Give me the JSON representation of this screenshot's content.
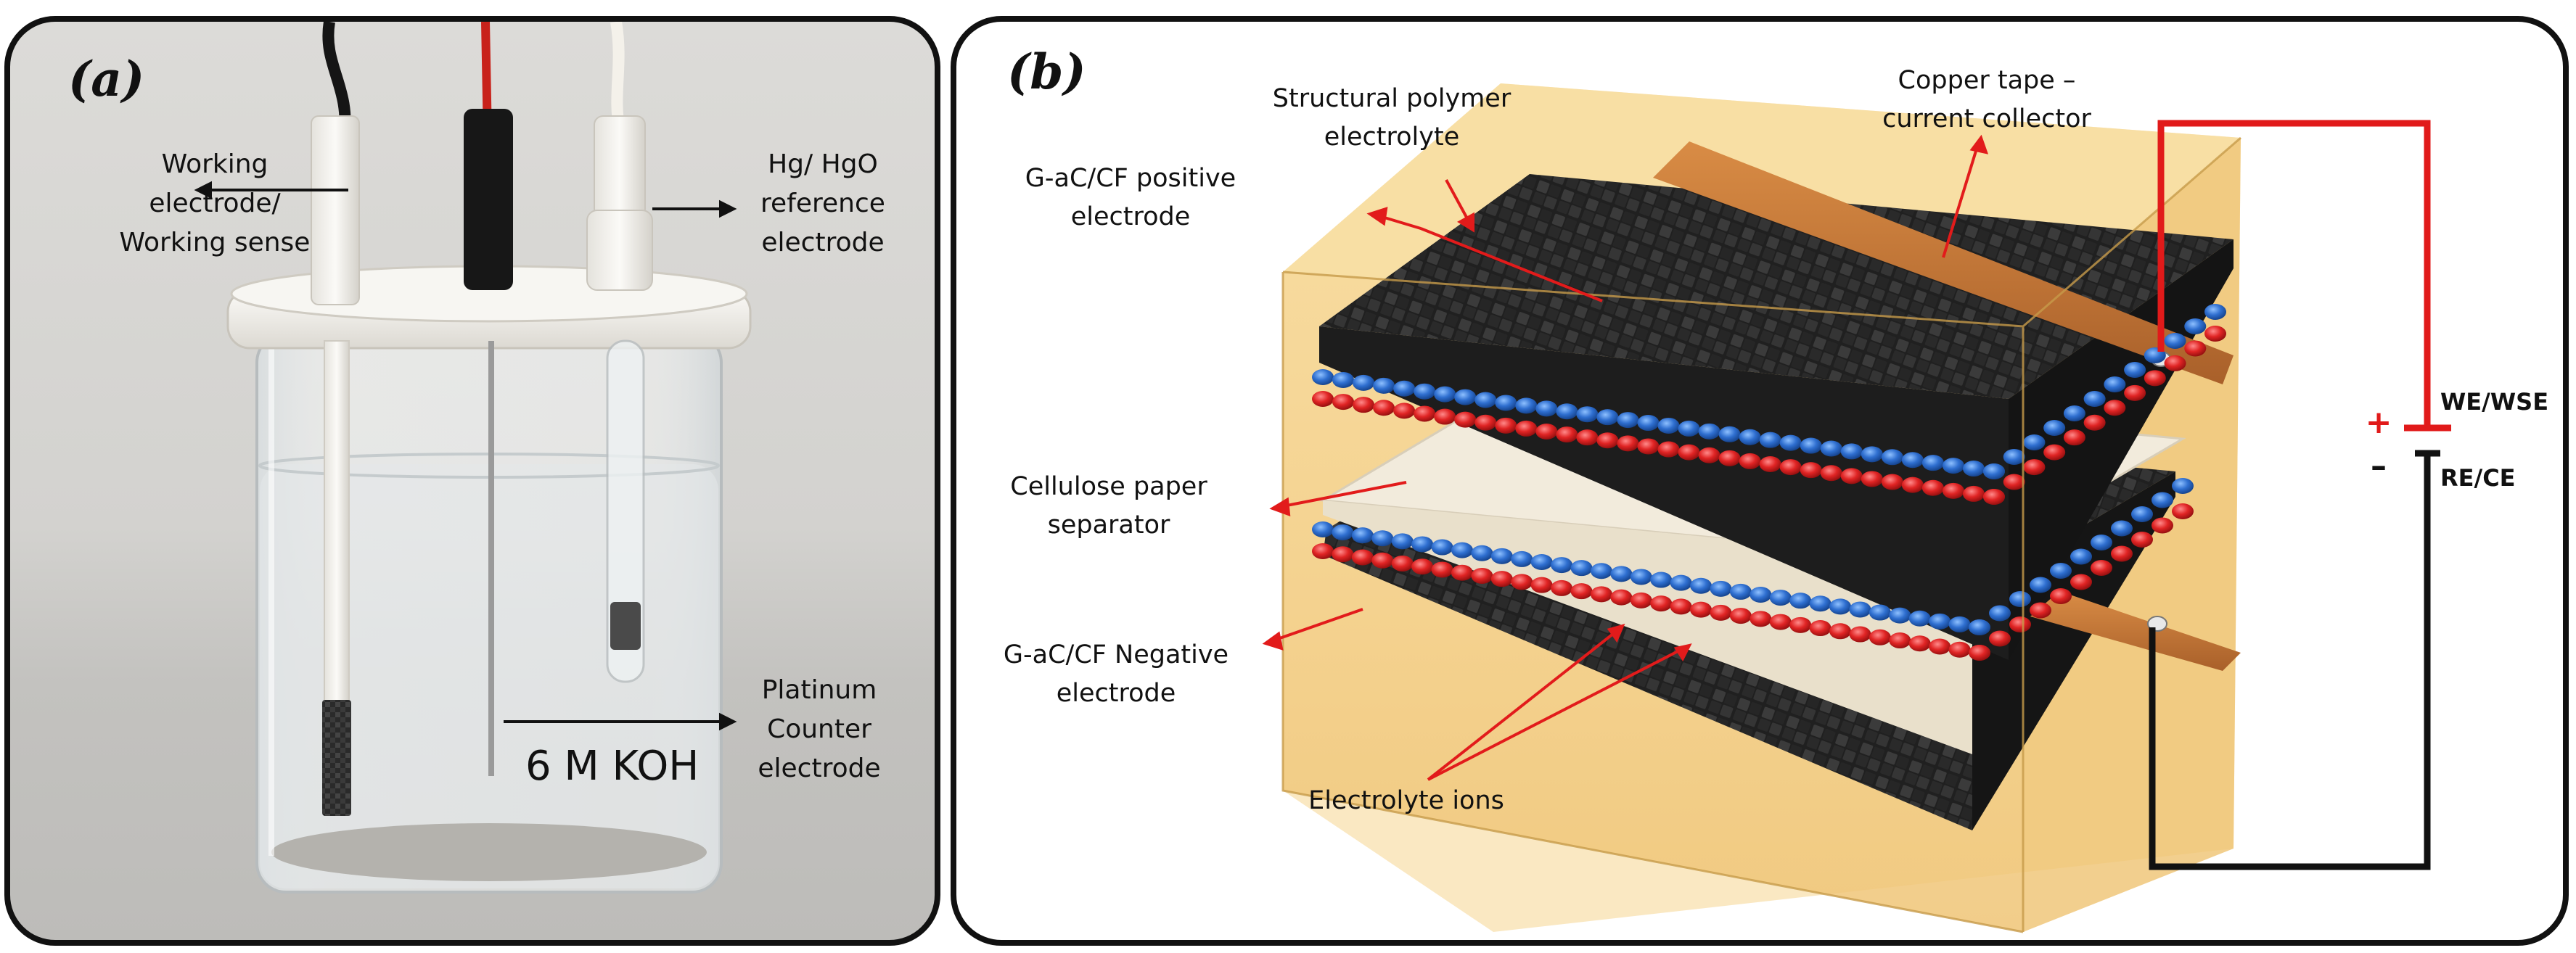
{
  "panel_a": {
    "letter": "(a)",
    "labels": {
      "working": "Working\nelectrode/\nWorking sense",
      "reference": "Hg/ HgO\nreference\nelectrode",
      "counter": "Platinum\nCounter\nelectrode",
      "koh": "6 M KOH"
    },
    "colors": {
      "background": "#d6d5d2",
      "cap": "#f4f2ee",
      "glass": "#eef1f2",
      "red_wire": "#c8221b",
      "black_wire": "#141414"
    }
  },
  "panel_b": {
    "letter": "(b)",
    "labels": {
      "structural": "Structural polymer\nelectrolyte",
      "copper": "Copper tape –\ncurrent collector",
      "positive": "G-aC/CF positive\nelectrode",
      "separator": "Cellulose paper\nseparator",
      "negative": "G-aC/CF Negative\nelectrode",
      "ions": "Electrolyte ions",
      "we": "WE/WSE",
      "re": "RE/CE",
      "plus": "+",
      "minus": "–"
    },
    "colors": {
      "box": "#f3cf85",
      "copper": "#c87a37",
      "carbon": "#1f1f1f",
      "ion_blue": "#2f6fd0",
      "ion_red": "#e02424",
      "arrow": "#e21b1b",
      "separator": "#f1eadb"
    }
  }
}
